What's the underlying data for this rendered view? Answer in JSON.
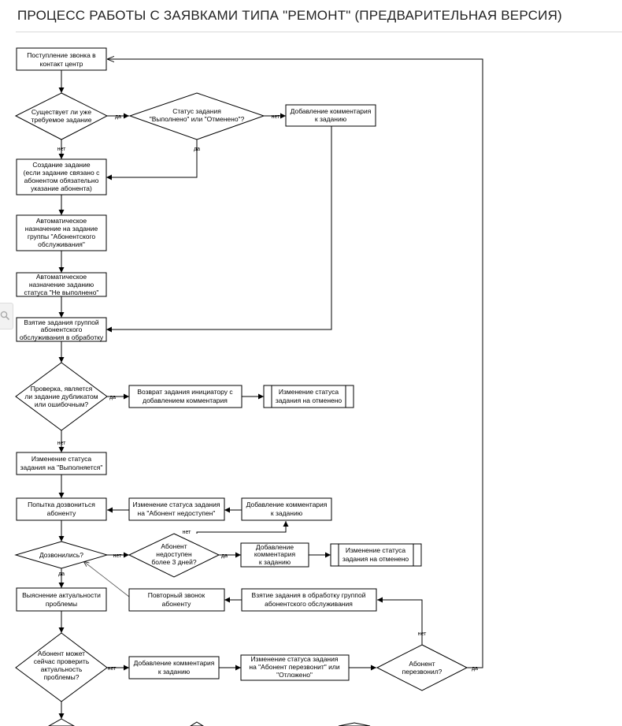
{
  "page": {
    "title": "ПРОЦЕСС РАБОТЫ С ЗАЯВКАМИ ТИПА \"РЕМОНТ\" (ПРЕДВАРИТЕЛЬНАЯ ВЕРСИЯ)"
  },
  "nodes": {
    "incoming_call": [
      "Поступление звонка в",
      "контакт центр"
    ],
    "task_exists": [
      "Существует ли уже",
      "требуемое задание"
    ],
    "task_status_check": [
      "Статус задания",
      "\"Выполнено\" или \"Отменено\"?"
    ],
    "add_comment_1": [
      "Добавление комментария",
      "к заданию"
    ],
    "create_task": [
      "Создание задание",
      "(если задание связано с",
      "абонентом обязательно",
      "указание абонента)"
    ],
    "auto_assign_group": [
      "Автоматическое",
      "назначение на задание",
      "группы \"Абонентского",
      "обслуживания\""
    ],
    "auto_assign_status": [
      "Автоматическое",
      "назначение заданию",
      "статуса \"Не выполнено\""
    ],
    "take_task": [
      "Взятие задания группой",
      "абонентского",
      "обслуживания в обработку"
    ],
    "duplicate_check": [
      "Проверка, является",
      "ли задание дубликатом",
      "или ошибочным?"
    ],
    "return_task": [
      "Возврат задания инициатору с",
      "добавлением комментария"
    ],
    "status_cancelled_1": [
      "Изменение статуса",
      "задания на отменено"
    ],
    "status_in_progress": [
      "Изменение статуса",
      "задания на \"Выполняется\""
    ],
    "try_call": [
      "Попытка дозвониться",
      "абоненту"
    ],
    "status_unavailable": [
      "Изменение статуса задания",
      "на \"Абонент недоступен\""
    ],
    "add_comment_2": [
      "Добавление комментария",
      "к заданию"
    ],
    "reached": [
      "Дозвонились?"
    ],
    "unavailable_3_days": [
      "Абонент",
      "недоступен",
      "более 3 дней?"
    ],
    "add_comment_3": [
      "Добавление",
      "комментария",
      "к заданию"
    ],
    "status_cancelled_2": [
      "Изменение статуса",
      "задания на отменено"
    ],
    "clarify_problem": [
      "Выяснение актуальности",
      "проблемы"
    ],
    "repeat_call": [
      "Повторный звонок",
      "абоненту"
    ],
    "take_task_again": [
      "Взятие задания в обработку группой",
      "абонентского обслуживания"
    ],
    "can_check": [
      "Абонент может",
      "сейчас проверить",
      "актуальность",
      "проблемы?"
    ],
    "add_comment_4": [
      "Добавление комментария",
      "к заданию"
    ],
    "status_callback": [
      "Изменение статуса задания",
      "на \"Абонент перезвонит\" или",
      "\"Отложено\""
    ],
    "called_back": [
      "Абонент",
      "перезвонил?"
    ]
  },
  "edge_labels": {
    "yes": "да",
    "no": "нет"
  },
  "icons": {
    "side_tab": "search-icon"
  }
}
